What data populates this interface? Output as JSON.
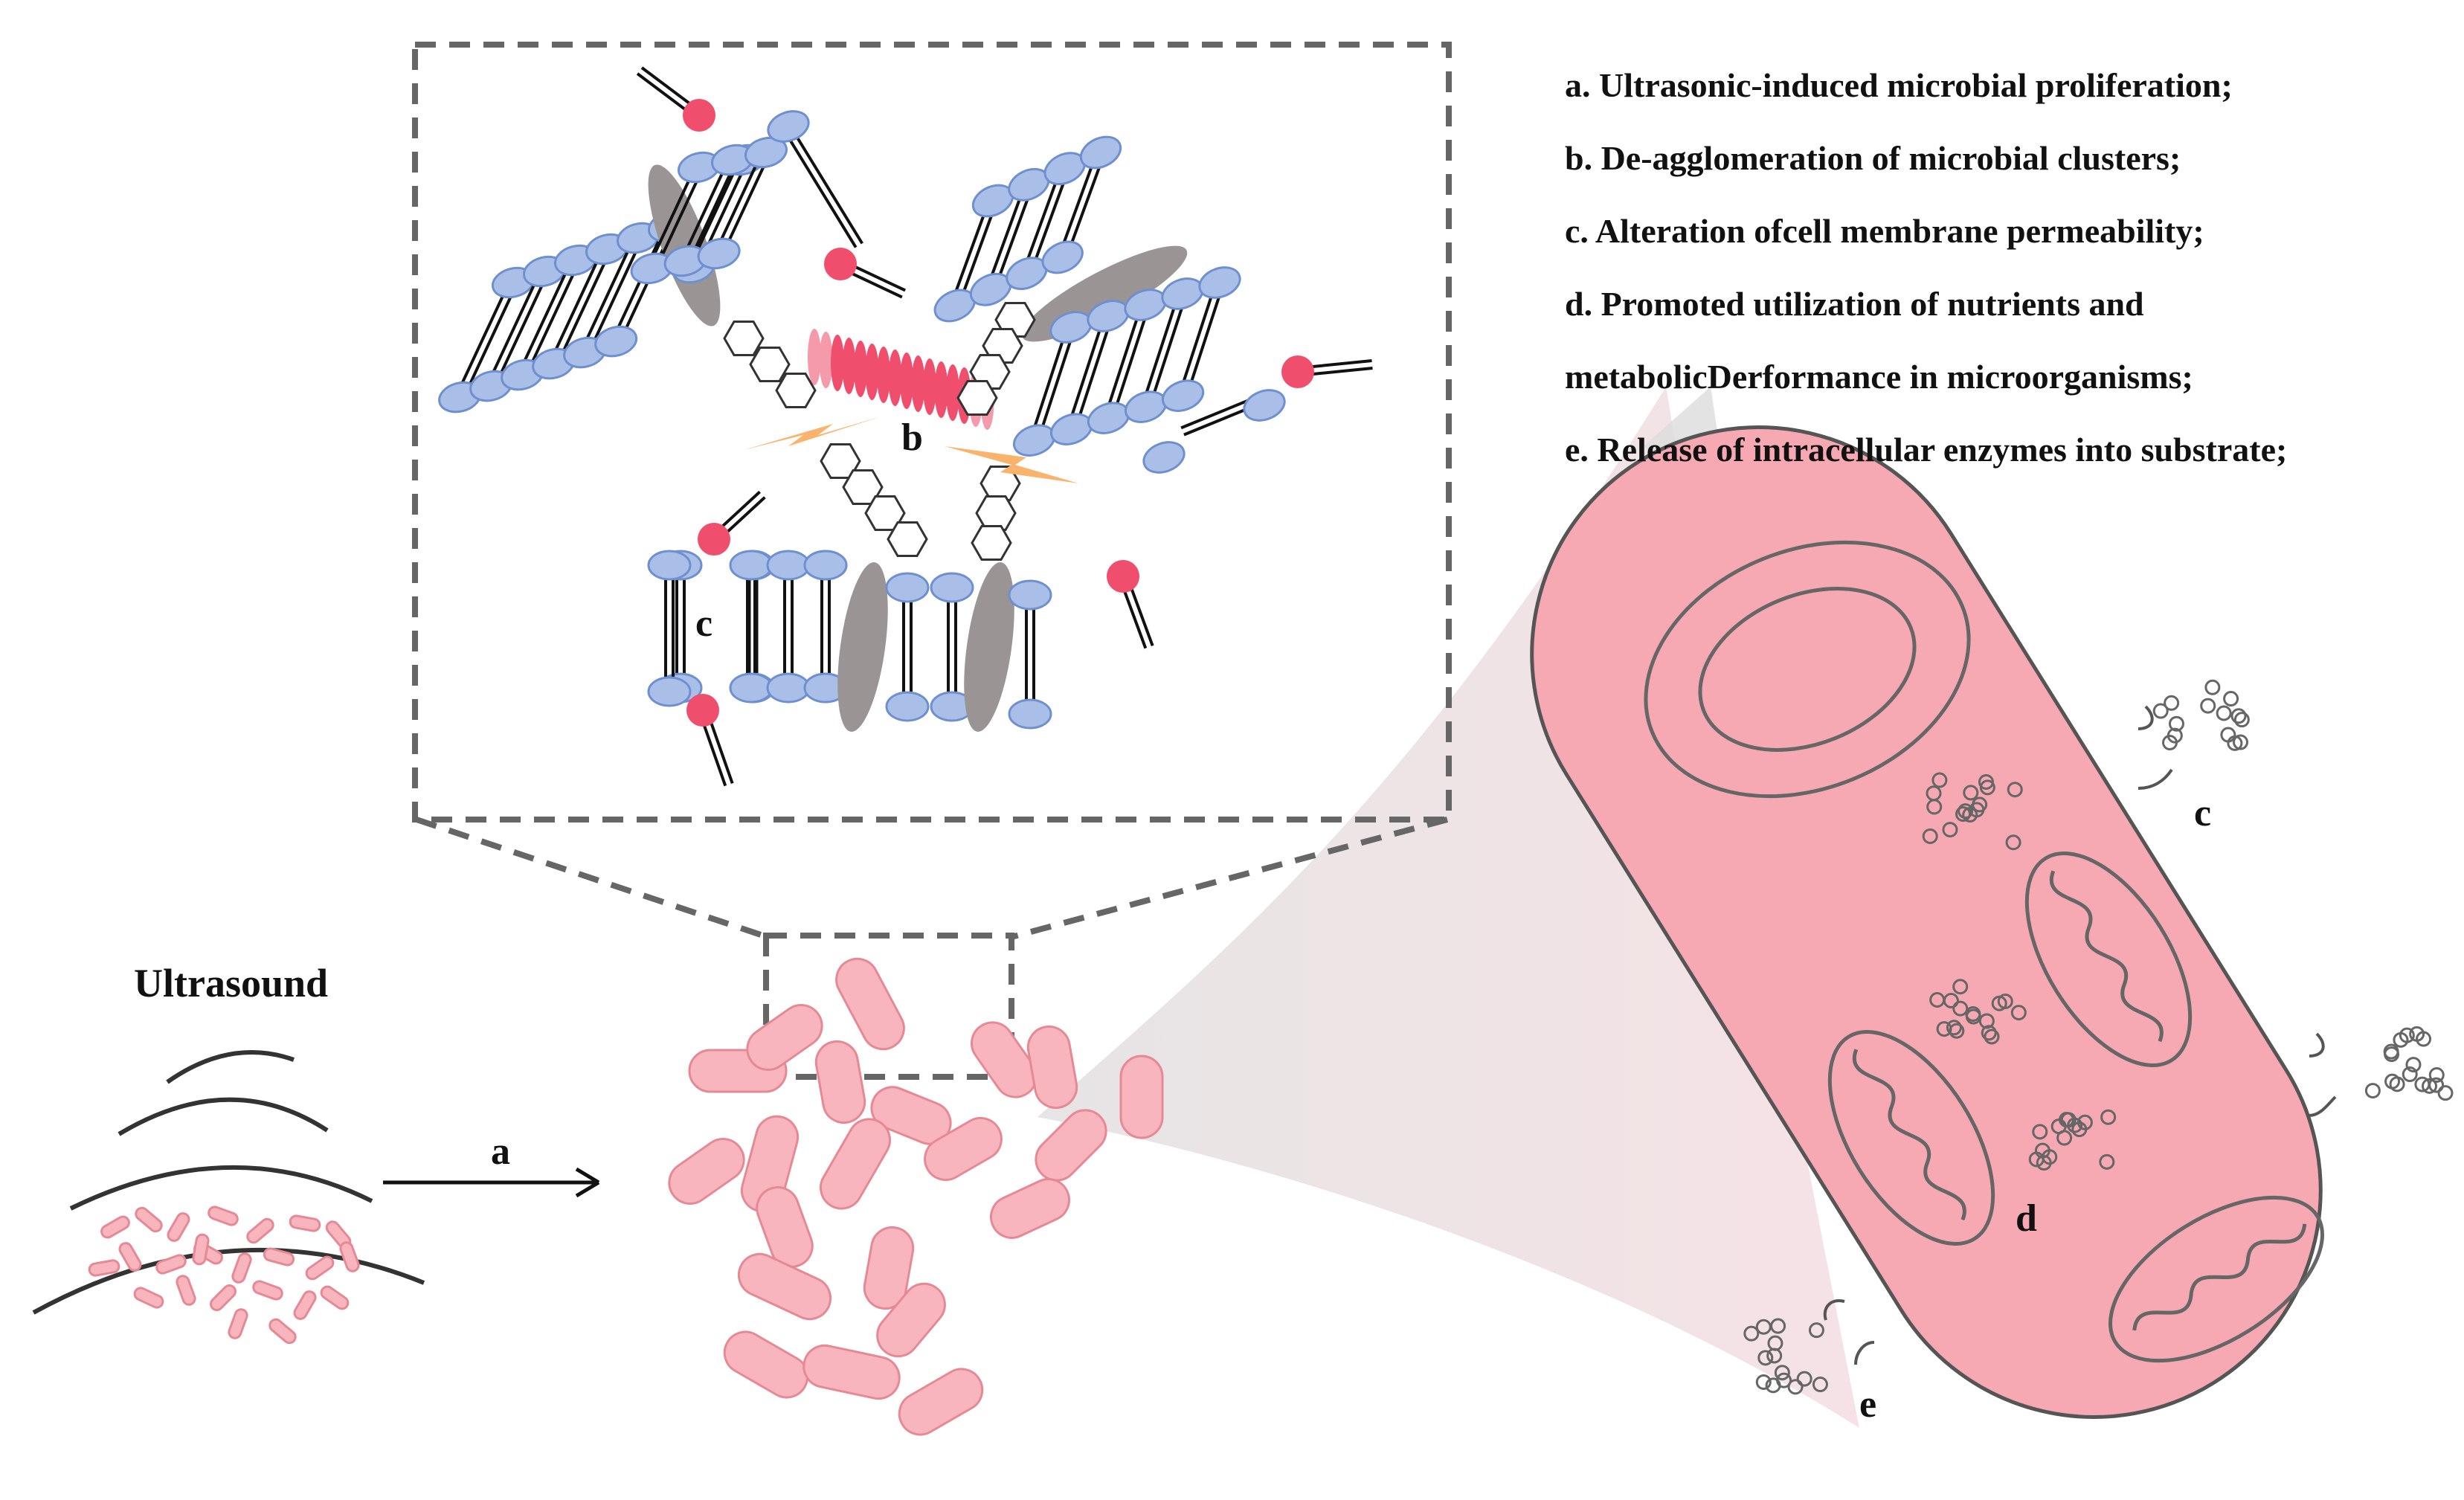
{
  "labels": {
    "ultrasound": "Ultrasound",
    "a": "a",
    "b": "b",
    "c_inset": "c",
    "c_cell": "c",
    "d": "d",
    "e": "e"
  },
  "legend": [
    "a. Ultrasonic-induced microbial proliferation;",
    "b. De-agglomeration of microbial clusters;",
    "c. Alteration ofcell membrane permeability;",
    "d. Promoted utilization of nutrients and",
    "metabolicDerformance in microorganisms;",
    "e. Release of intracellular enzymes into substrate;"
  ],
  "colors": {
    "cell_fill": "#f9b5bd",
    "cell_stroke": "#e58a95",
    "big_cell_fill": "#f6a8b3",
    "phospholipid_head": "#a9bfe8",
    "phospholipid_head_stroke": "#6f8fcf",
    "protein": "#9a9494",
    "red_molecule": "#ef4f6d",
    "flash": "#f9b36d",
    "dash_box": "#666666"
  }
}
